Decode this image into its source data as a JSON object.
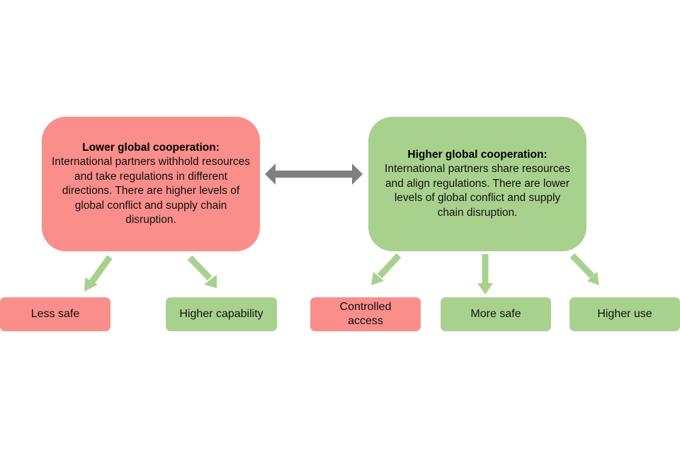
{
  "left_box": {
    "title": "Lower global cooperation:",
    "body": "International partners withhold resources and take regulations in different directions. There are higher levels of global conflict and supply chain disruption."
  },
  "right_box": {
    "title": "Higher global cooperation:",
    "body": "International partners share resources and align regulations. There are lower levels of global conflict and supply chain disruption."
  },
  "outcomes": [
    "Less safe",
    "Higher capability",
    "Controlled access",
    "More safe",
    "Higher use"
  ],
  "colors": {
    "red": "#F98E8A",
    "green": "#A9D18E",
    "connector": "#808080"
  }
}
